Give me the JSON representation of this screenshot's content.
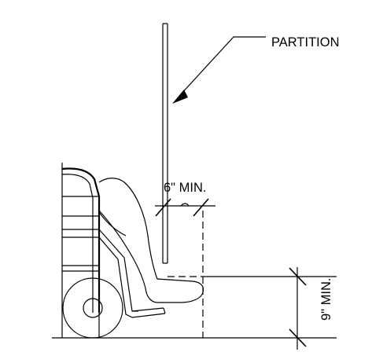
{
  "labels": {
    "partition": "PARTITION",
    "toe_clearance": "6\" MIN.",
    "toe_height": "9\" MIN."
  }
}
